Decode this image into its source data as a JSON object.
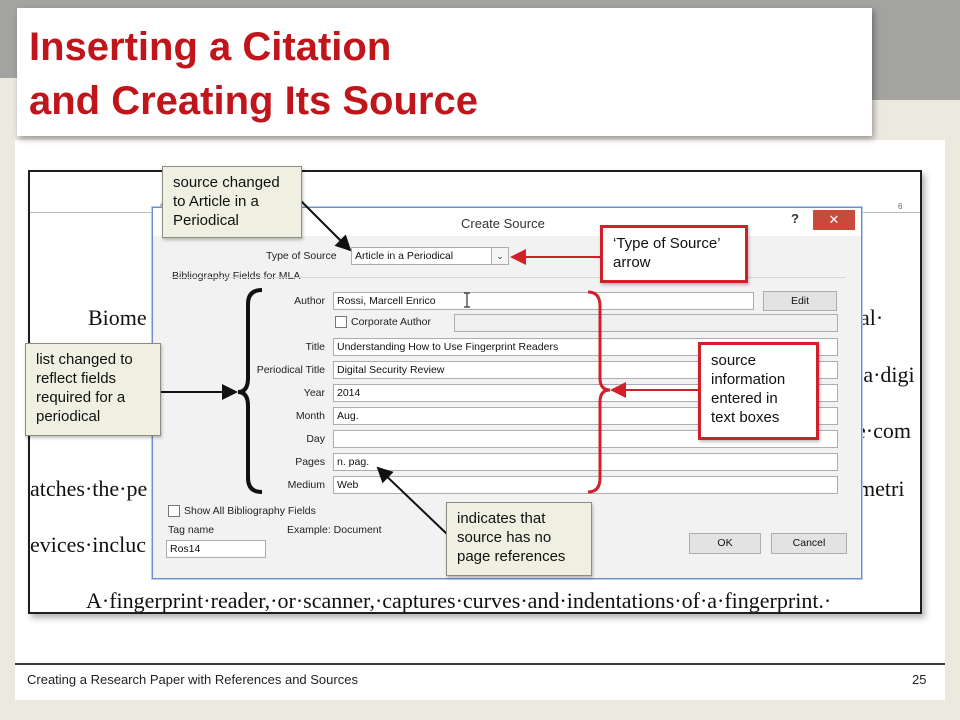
{
  "slide": {
    "title_line1": "Inserting a Citation",
    "title_line2": "and Creating Its Source",
    "footer_text": "Creating a Research Paper with References and Sources",
    "page_number": "25"
  },
  "document": {
    "ruler_tick_left": "6",
    "ruler_tick_right": "6",
    "line1_left": "Biome",
    "line1_right": "al·",
    "line2_right": "·a·digi",
    "line3_right": "e·com",
    "line4_left": "atches·the·pe",
    "line4_right": "metri",
    "line5_left": "evices·incluc",
    "line6": "A·fingerprint·reader,·or·scanner,·captures·curves·and·indentations·of·a·fingerprint.·"
  },
  "dialog": {
    "title": "Create Source",
    "help": "?",
    "close": "✕",
    "type_of_source_label": "Type of Source",
    "type_of_source_value": "Article in a Periodical",
    "combo_arrow": "⌄",
    "group_label": "Bibliography Fields for MLA",
    "fields": {
      "author_label": "Author",
      "author_value": "Rossi, Marcell Enrico",
      "edit_button": "Edit",
      "corporate_author_label": "Corporate Author",
      "title_label": "Title",
      "title_value": "Understanding How to Use Fingerprint Readers",
      "periodical_title_label": "Periodical Title",
      "periodical_title_value": "Digital Security Review",
      "year_label": "Year",
      "year_value": "2014",
      "month_label": "Month",
      "month_value": "Aug.",
      "day_label": "Day",
      "day_value": "",
      "pages_label": "Pages",
      "pages_value": "n. pag.",
      "medium_label": "Medium",
      "medium_value": "Web"
    },
    "show_all_label": "Show All Bibliography Fields",
    "tag_name_label": "Tag name",
    "tag_name_value": "Ros14",
    "example_label": "Example: Document",
    "ok_button": "OK",
    "cancel_button": "Cancel"
  },
  "callouts": {
    "source_changed": "source changed to Article in a Periodical",
    "type_of_source_arrow": "‘Type of Source’ arrow",
    "list_changed": "list changed to reflect fields required for a periodical",
    "source_information": "source information entered in text boxes",
    "no_page_references": "indicates that source has no page references"
  },
  "colors": {
    "title_red": "#c0151b",
    "callout_red_border": "#d0202a",
    "close_button": "#c94a3c"
  }
}
